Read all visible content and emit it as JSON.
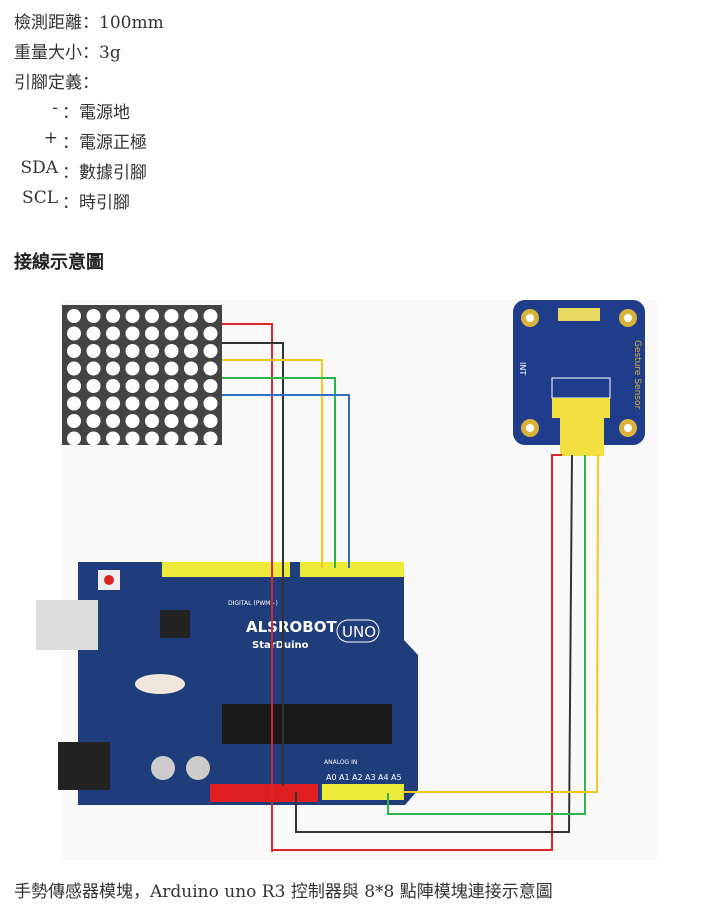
{
  "specs": [
    {
      "label": "檢測距離",
      "value": "100mm"
    },
    {
      "label": "重量大小",
      "value": "3g"
    }
  ],
  "pins_title": "引腳定義：",
  "pins": [
    {
      "pin": "-",
      "desc": "電源地"
    },
    {
      "pin": "+",
      "desc": "電源正極"
    },
    {
      "pin": "SDA",
      "desc": "數據引腳"
    },
    {
      "pin": "SCL",
      "desc": "時引腳"
    }
  ],
  "section_title": "接線示意圖",
  "diagram": {
    "board_brand": "ALSROBOT",
    "board_model": "StarDuino",
    "board_badge": "UNO",
    "digital_label": "DIGITAL (PWM~)",
    "analog_label": "ANALOG IN",
    "analog_pins": [
      "A0",
      "A1",
      "A2",
      "A3",
      "A4",
      "A5"
    ],
    "sensor_label": "Gesture Sensor",
    "sensor_int": "INT",
    "wire_colors": {
      "red": "#d9262b",
      "black": "#333333",
      "yellow": "#f2c81c",
      "green": "#2eb24b",
      "blue": "#2f6fc0"
    }
  },
  "caption": "手勢傳感器模塊，Arduino uno R3 控制器與 8*8 點陣模塊連接示意圖"
}
